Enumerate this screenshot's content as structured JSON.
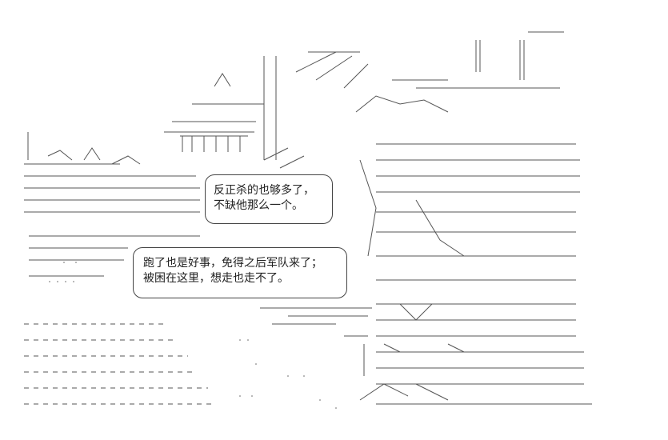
{
  "dialogue": {
    "bubble_1": {
      "line_1": "反正杀的也够多了，",
      "line_2": "不缺他那么一个。"
    },
    "bubble_2": {
      "line_1": "跑了也是好事，免得之后军队来了；",
      "line_2": "被困在这里，想走也走不了。"
    }
  },
  "colors": {
    "background": "#ffffff",
    "ink": "#222222"
  }
}
